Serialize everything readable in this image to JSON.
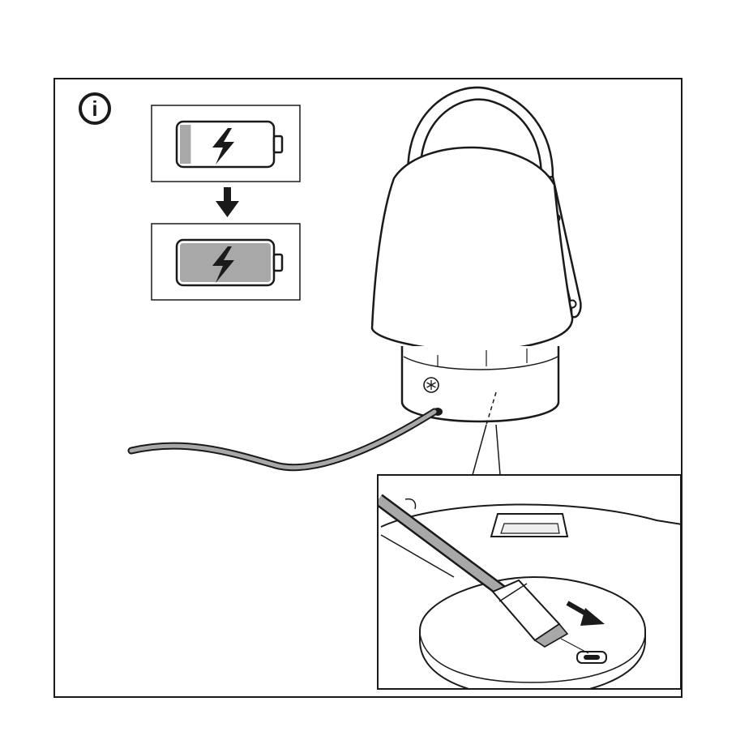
{
  "diagram": {
    "info_icon_glyph": "i",
    "colors": {
      "ink": "#1a1a1a",
      "charge_fill": "#a8a8a8",
      "empty_fill": "#ffffff",
      "lamp_fill": "#ffffff",
      "base_shade": "#eeeeee"
    },
    "battery_before": {
      "charge_level": 0.12,
      "icon": "lightning-bolt-icon"
    },
    "battery_after": {
      "charge_level": 1.0,
      "icon": "lightning-bolt-icon"
    },
    "flow_arrow_icon": "arrow-down-icon",
    "detail_arrow_icon": "arrow-right-icon",
    "base_button_icon": "asterisk-button-icon"
  }
}
